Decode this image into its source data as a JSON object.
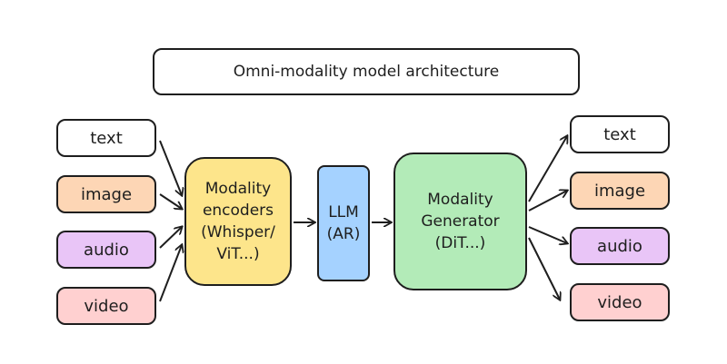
{
  "title": "Omni-modality model architecture",
  "inputs": [
    "text",
    "image",
    "audio",
    "video"
  ],
  "outputs": [
    "text",
    "image",
    "audio",
    "video"
  ],
  "modality_colors": {
    "text": "#ffffff",
    "image": "#fdd6b5",
    "audio": "#e9c5f7",
    "video": "#ffd0d0"
  },
  "encoder": {
    "label": "Modality\nencoders\n(Whisper/\nViT...)",
    "color": "#fde58b"
  },
  "llm": {
    "label": "LLM\n(AR)",
    "color": "#a5d2ff"
  },
  "generator": {
    "label": "Modality\nGenerator\n(DiT...)",
    "color": "#b3ebb8"
  }
}
